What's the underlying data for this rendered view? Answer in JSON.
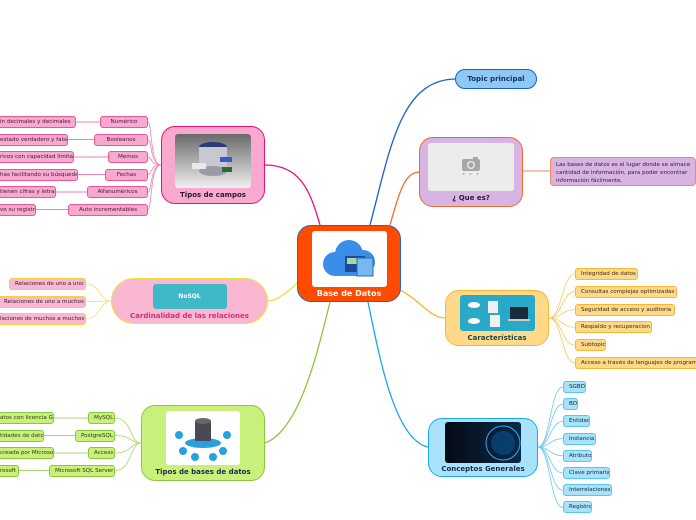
{
  "central": {
    "label": "Base de Datos",
    "image": "cloud-database-icon",
    "color": "#ff4a00"
  },
  "topic_principal": {
    "label": "Topic principal"
  },
  "que_es": {
    "label": "¿ Que es?",
    "image": "camera-placeholder-icon",
    "description": [
      "Las bases de datos es el lugar donde se almace",
      "cantidad de información, para poder encontrar",
      "información fácilmente."
    ]
  },
  "tipos_campos": {
    "label": "Tipos de campos",
    "image": "database-server-icon",
    "children": [
      {
        "label": "Numérico",
        "detail": "in decimales y decimales"
      },
      {
        "label": "Booleanos",
        "detail": "estado verdadero y falso"
      },
      {
        "label": "Memos",
        "detail": "ricos con capacidad limitada"
      },
      {
        "label": "Fechas",
        "detail": "has facilitando su búsqueda"
      },
      {
        "label": "Alfanuméricos",
        "detail": "tienen cifras y letras"
      },
      {
        "label": "Auto incrementables",
        "detail": "vo su registro"
      }
    ]
  },
  "cardinalidad": {
    "label": "Cardinalidad de las relaciones",
    "image": "nosql-icon",
    "image_text": "NoSQL",
    "children": [
      "Relaciones de uno a uno",
      "Relaciones de uno a muchos",
      "laciones de muchos a muchos"
    ]
  },
  "tipos_bd": {
    "label": "Tipos de bases de datos",
    "image": "database-network-icon",
    "children": [
      {
        "label": "MySQL",
        "detail": "atos con licencia GPL"
      },
      {
        "label": "PostgreSQL",
        "detail": "tidades de datos"
      },
      {
        "label": "Access",
        "detail": "creada por Microsoft"
      },
      {
        "label": "Microsoft SQL Server",
        "detail": "rosoft"
      }
    ]
  },
  "caracteristicas": {
    "label": "Características",
    "image": "data-flow-icon",
    "children": [
      "Integridad de datos",
      "Consultas complejas optimizadas",
      "Seguridad de acceso y auditoria",
      "Respaldo y recuperacion",
      "Subtopic",
      "Acceso a través de lenguajes de programa"
    ]
  },
  "conceptos": {
    "label": "Conceptos Generales",
    "image": "digital-globe-icon",
    "children": [
      "SGBD",
      "BD",
      "Entidad",
      "Instancia",
      "Atributo",
      "Clave primaria",
      "Interrelaciones",
      "Registro"
    ]
  }
}
